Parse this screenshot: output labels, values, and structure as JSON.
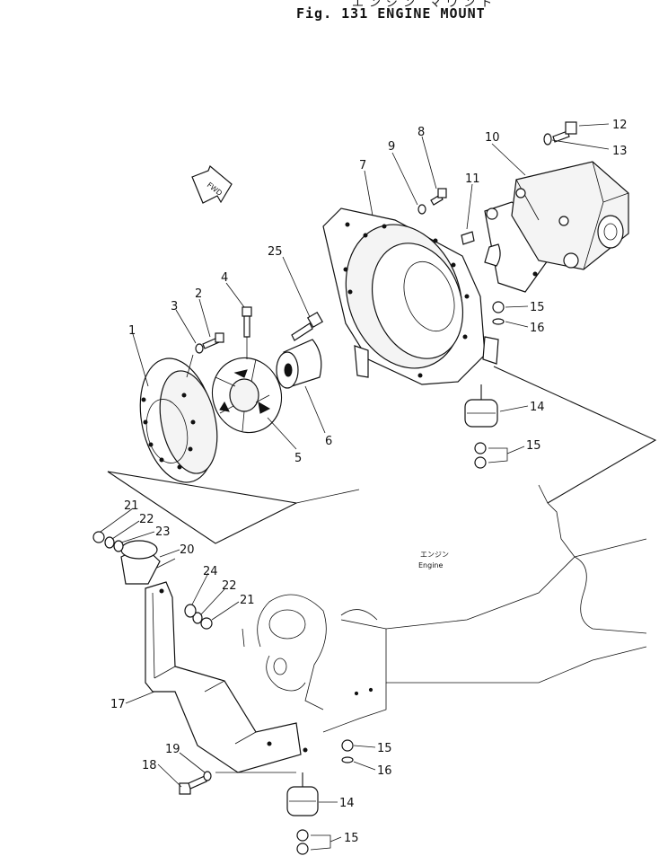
{
  "header": {
    "title_jp": "エンジン マウント",
    "title": "Fig. 131 ENGINE MOUNT"
  },
  "diagram": {
    "fwd_label": "FWD",
    "engine_label_jp": "エンジン",
    "engine_label": "Engine",
    "callouts": [
      "1",
      "2",
      "3",
      "4",
      "5",
      "6",
      "7",
      "8",
      "9",
      "10",
      "11",
      "12",
      "13",
      "14",
      "15",
      "16",
      "14",
      "15",
      "17",
      "18",
      "19",
      "20",
      "21",
      "22",
      "23",
      "24",
      "22",
      "21",
      "15",
      "16",
      "25",
      "15"
    ]
  }
}
